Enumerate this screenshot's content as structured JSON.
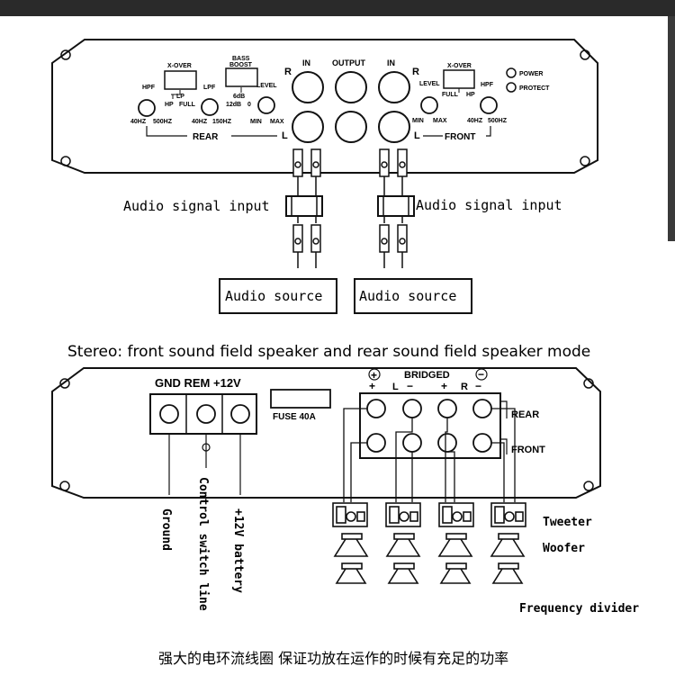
{
  "top_panel": {
    "hpf": "HPF",
    "xover": "X-OVER",
    "lp": "LP",
    "hp": "HP",
    "full": "FULL",
    "lpf": "LPF",
    "bass_boost_1": "BASS",
    "bass_boost_2": "BOOST",
    "db6": "6dB",
    "db12": "12dB",
    "zero": "0",
    "level": "LEVEL",
    "hz40": "40HZ",
    "hz500": "500HZ",
    "hz150": "150HZ",
    "min": "MIN",
    "max": "MAX",
    "r": "R",
    "l": "L",
    "in": "IN",
    "output": "OUTPUT",
    "rear": "REAR",
    "front": "FRONT",
    "power": "POWER",
    "protect": "PROTECT"
  },
  "signal": {
    "input_left": "Audio signal input",
    "input_right": "Audio signal input",
    "source_left": "Audio source",
    "source_right": "Audio source"
  },
  "caption": "Stereo: front sound field speaker and rear sound field speaker mode",
  "bottom_panel": {
    "terminals": "GND REM +12V",
    "fuse": "FUSE 40A",
    "bridged": "BRIDGED",
    "plus": "+",
    "minus": "−",
    "l": "L",
    "r": "R",
    "rear": "REAR",
    "front": "FRONT",
    "ground": "Ground",
    "control": "Control switch line",
    "battery": "+12V battery",
    "tweeter": "Tweeter",
    "woofer": "Woofer",
    "divider": "Frequency divider"
  },
  "footer": "强大的电环流线圈 保证功放在运作的时候有充足的功率"
}
